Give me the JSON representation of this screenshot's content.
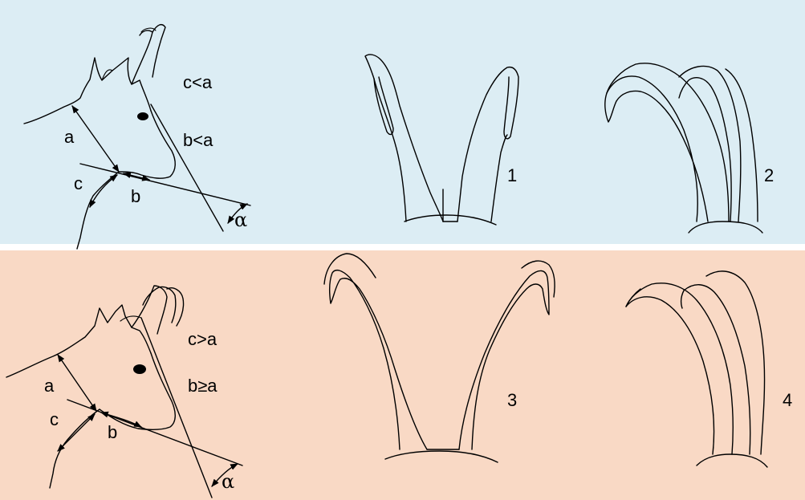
{
  "colors": {
    "top_background": "#dcedf4",
    "bottom_background": "#f9d9c5",
    "separator": "#ffffff",
    "line": "#000000"
  },
  "top_panel": {
    "head_labels": {
      "a": "a",
      "b": "b",
      "c": "c",
      "alpha": "α"
    },
    "conditions": [
      "c<a",
      "b<a"
    ],
    "horn_numbers": [
      "1",
      "2"
    ]
  },
  "bottom_panel": {
    "head_labels": {
      "a": "a",
      "b": "b",
      "c": "c",
      "alpha": "α"
    },
    "conditions": [
      "c>a",
      "b≥a"
    ],
    "horn_numbers": [
      "3",
      "4"
    ]
  }
}
